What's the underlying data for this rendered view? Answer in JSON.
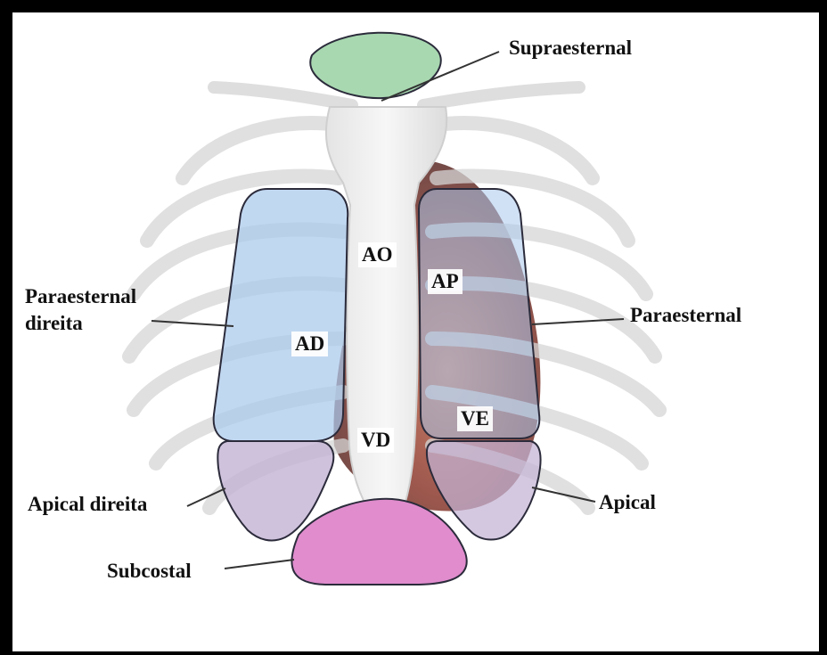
{
  "labels": {
    "supraesternal": "Supraesternal",
    "paraesternal_direita_line1": "Paraesternal",
    "paraesternal_direita_line2": "direita",
    "paraesternal": "Paraesternal",
    "apical_direita": "Apical direita",
    "apical": "Apical",
    "subcostal": "Subcostal"
  },
  "structures": {
    "ao": "AO",
    "ap": "AP",
    "ad": "AD",
    "ve": "VE",
    "vd": "VD"
  },
  "colors": {
    "supraesternal_window": "#a8d8b0",
    "paraesternal_window": "#a9c9ec",
    "apical_window": "#c3b3d4",
    "subcostal_window": "#e08ccd",
    "outline": "#2b2b3b",
    "frame": "#000000"
  }
}
